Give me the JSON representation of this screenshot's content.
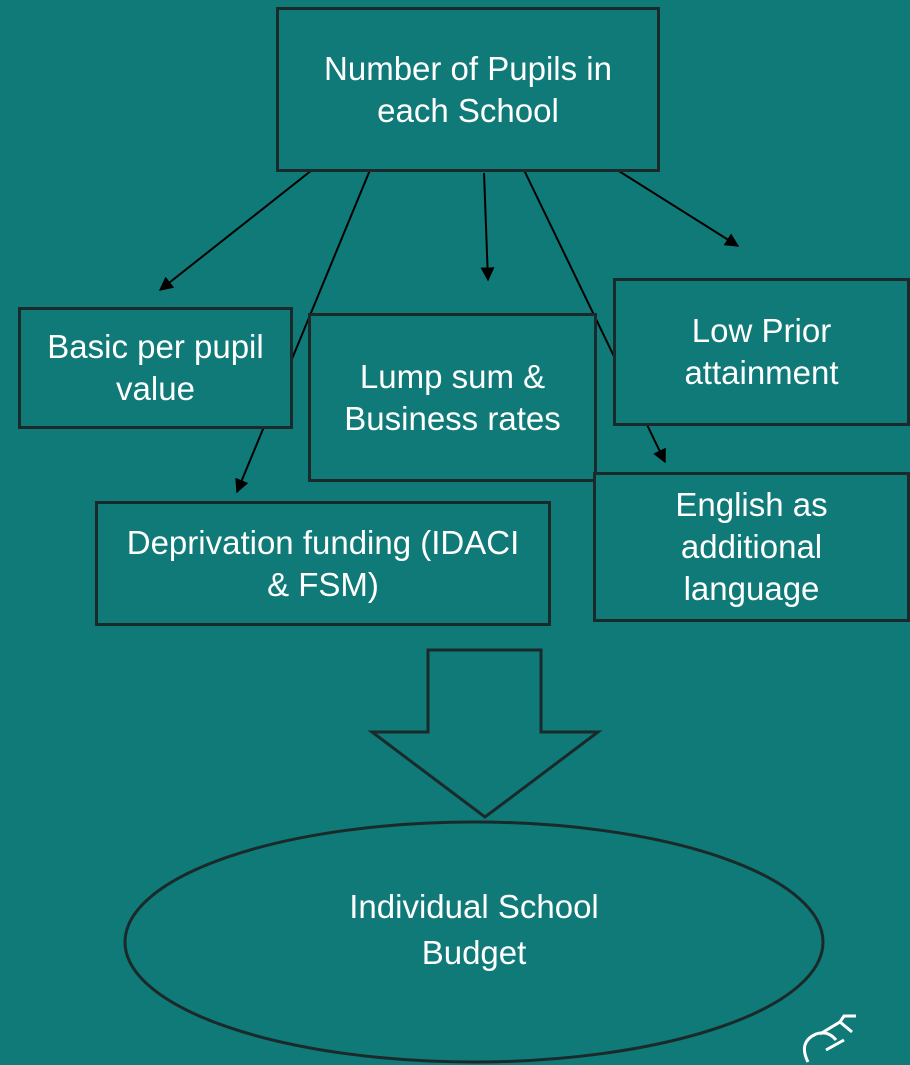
{
  "diagram": {
    "nodes": {
      "pupils": "Number of Pupils in each School",
      "basic": "Basic per pupil value",
      "lump": "Lump sum & Business rates",
      "low_prior": "Low Prior attainment",
      "deprivation": "Deprivation funding (IDACI & FSM)",
      "eal": "English as additional language",
      "budget": "Individual School Budget"
    },
    "edges": [
      {
        "from": "pupils",
        "to": "basic"
      },
      {
        "from": "pupils",
        "to": "deprivation"
      },
      {
        "from": "pupils",
        "to": "lump"
      },
      {
        "from": "pupils",
        "to": "eal"
      },
      {
        "from": "pupils",
        "to": "low_prior"
      },
      {
        "from": "funding-boxes",
        "to": "budget"
      }
    ]
  },
  "colors": {
    "background": "#0f7a78",
    "border": "#1a2a2a",
    "text": "#ffffff"
  },
  "icons": {
    "corner": "recycle-icon"
  }
}
